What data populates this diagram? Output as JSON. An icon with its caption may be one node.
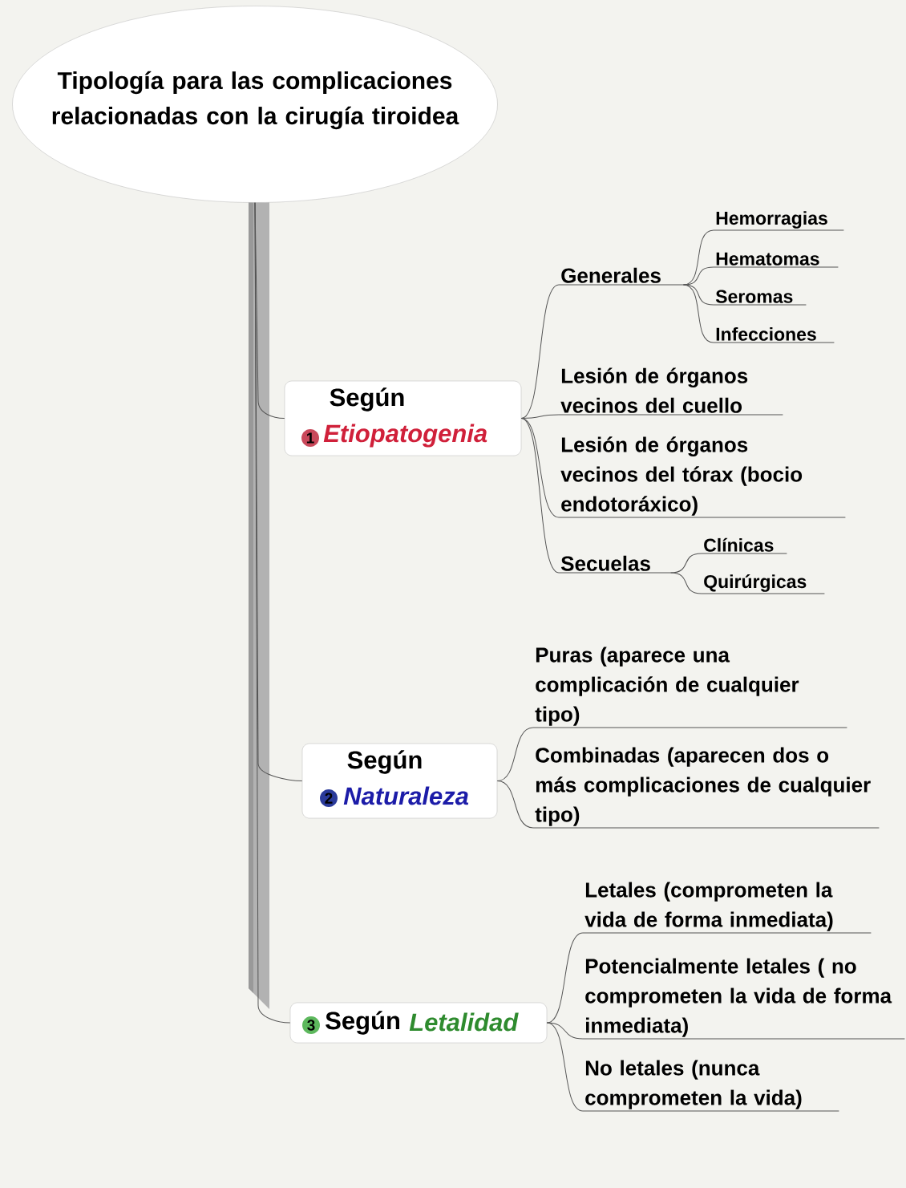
{
  "diagram": {
    "nodes": [
      {
        "text": [
          "Tipología para las complicaciones relacionadas con la cirugía tiroidea"
        ]
      },
      {
        "text": [
          "Según",
          "1",
          "Etiopatogenia"
        ]
      },
      {
        "text": [
          "Generales"
        ]
      },
      {
        "text": [
          "Hemorragias"
        ]
      },
      {
        "text": [
          "Hematomas"
        ]
      },
      {
        "text": [
          "Seromas"
        ]
      },
      {
        "text": [
          "Infecciones"
        ]
      },
      {
        "text": [
          "Lesión de órganos vecinos del cuello"
        ]
      },
      {
        "text": [
          "Lesión de órganos vecinos del tórax (bocio endotoráxico)"
        ]
      },
      {
        "text": [
          "Secuelas"
        ]
      },
      {
        "text": [
          "Clínicas"
        ]
      },
      {
        "text": [
          "Quirúrgicas"
        ]
      },
      {
        "text": [
          "Según",
          "2",
          "Naturaleza"
        ]
      },
      {
        "text": [
          "Puras (aparece una complicación de cualquier tipo)"
        ]
      },
      {
        "text": [
          "Combinadas (aparecen dos o más complicaciones de cualquier tipo)"
        ]
      },
      {
        "text": [
          "3",
          "Según",
          "Letalidad"
        ]
      },
      {
        "text": [
          "Letales (comprometen la vida de forma inmediata)"
        ]
      },
      {
        "text": [
          "Potencialmente letales ( no comprometen la vida de forma inmediata)"
        ]
      },
      {
        "text": [
          "No letales (nunca comprometen la vida)"
        ]
      }
    ],
    "edges": [
      {
        "from": 0,
        "to": 1,
        "arrow": "none"
      },
      {
        "from": 1,
        "to": 2,
        "arrow": "none"
      },
      {
        "from": 2,
        "to": 3,
        "arrow": "none"
      },
      {
        "from": 2,
        "to": 4,
        "arrow": "none"
      },
      {
        "from": 2,
        "to": 5,
        "arrow": "none"
      },
      {
        "from": 2,
        "to": 6,
        "arrow": "none"
      },
      {
        "from": 1,
        "to": 7,
        "arrow": "none"
      },
      {
        "from": 1,
        "to": 8,
        "arrow": "none"
      },
      {
        "from": 1,
        "to": 9,
        "arrow": "none"
      },
      {
        "from": 9,
        "to": 10,
        "arrow": "none"
      },
      {
        "from": 9,
        "to": 11,
        "arrow": "none"
      },
      {
        "from": 0,
        "to": 12,
        "arrow": "none"
      },
      {
        "from": 12,
        "to": 13,
        "arrow": "none"
      },
      {
        "from": 12,
        "to": 14,
        "arrow": "none"
      },
      {
        "from": 0,
        "to": 15,
        "arrow": "none"
      },
      {
        "from": 15,
        "to": 16,
        "arrow": "none"
      },
      {
        "from": 15,
        "to": 17,
        "arrow": "none"
      },
      {
        "from": 15,
        "to": 18,
        "arrow": "none"
      }
    ]
  }
}
